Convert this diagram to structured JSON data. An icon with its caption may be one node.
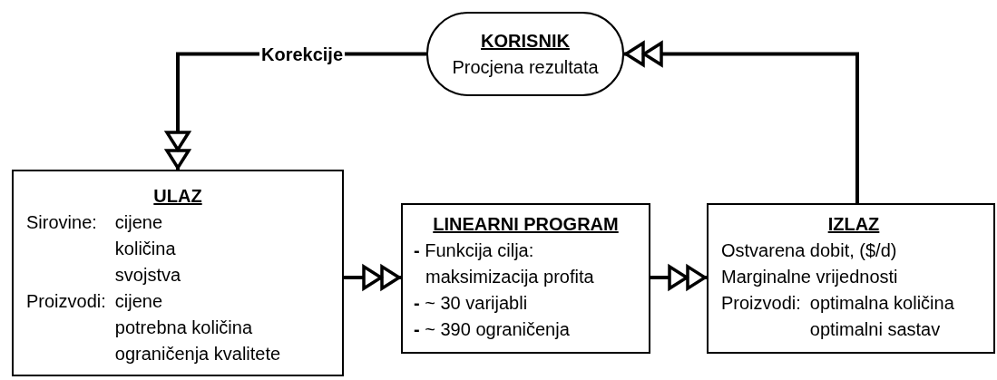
{
  "diagram": {
    "nodes": [
      {
        "text": [
          "KORISNIK",
          "Procjena rezultata"
        ]
      },
      {
        "text": [
          "ULAZ",
          "Sirovine:",
          "cijene",
          "količina",
          "svojstva",
          "Proizvodi:",
          "cijene",
          "potrebna količina",
          "ograničenja kvalitete"
        ]
      },
      {
        "text": [
          "LINEARNI PROGRAM",
          "**-** Funkcija cilja: maksimizacija profita",
          "**-** ~ 30 varijabli",
          "**-** ~ 390 ograničenja"
        ]
      },
      {
        "text": [
          "IZLAZ",
          "Ostvarena dobit, ($/d)",
          "Marginalne vrijednosti",
          "Proizvodi:",
          "optimalna količina",
          "optimalni sastav"
        ]
      }
    ],
    "edges": [
      {
        "from": 0,
        "to": 1,
        "arrow": "to",
        "label": "Korekcije"
      },
      {
        "from": 1,
        "to": 2,
        "arrow": "to"
      },
      {
        "from": 2,
        "to": 3,
        "arrow": "to"
      },
      {
        "from": 3,
        "to": 0,
        "arrow": "to"
      }
    ]
  }
}
